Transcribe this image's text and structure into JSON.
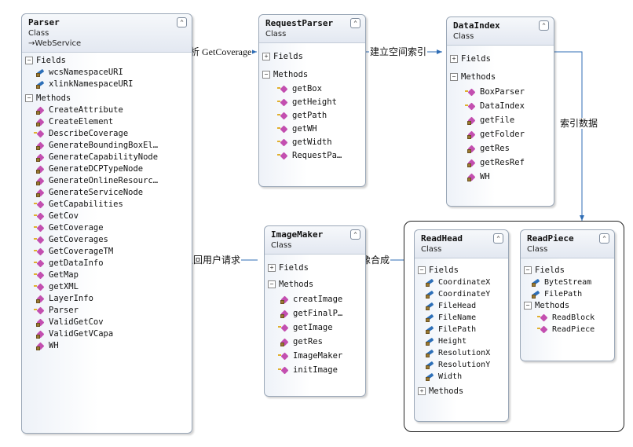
{
  "arrows": {
    "parse_label": "解析 GetCoverage",
    "build_label": "建立空间索引",
    "index_label": "索引数据",
    "compose_label": "影像合成",
    "return_label": "返回用户请求"
  },
  "classes": {
    "parser": {
      "name": "Parser",
      "kind": "Class",
      "base": "WebService",
      "fields_label": "Fields",
      "fields": [
        "wcsNamespaceURI",
        "xlinkNamespaceURI"
      ],
      "methods_label": "Methods",
      "methods": [
        "CreateAttribute",
        "CreateElement",
        "DescribeCoverage",
        "GenerateBoundingBoxEl…",
        "GenerateCapabilityNode",
        "GenerateDCPTypeNode",
        "GenerateOnlineResourc…",
        "GenerateServiceNode",
        "GetCapabilities",
        "GetCov",
        "GetCoverage",
        "GetCoverages",
        "GetCoverageTM",
        "getDataInfo",
        "GetMap",
        "getXML",
        "LayerInfo",
        "Parser",
        "ValidGetCov",
        "ValidGetVCapa",
        "WH"
      ]
    },
    "requestparser": {
      "name": "RequestParser",
      "kind": "Class",
      "fields_label": "Fields",
      "methods_label": "Methods",
      "methods": [
        "getBox",
        "getHeight",
        "getPath",
        "getWH",
        "getWidth",
        "RequestPa…"
      ]
    },
    "dataindex": {
      "name": "DataIndex",
      "kind": "Class",
      "fields_label": "Fields",
      "methods_label": "Methods",
      "methods": [
        "BoxParser",
        "DataIndex",
        "getFile",
        "getFolder",
        "getRes",
        "getResRef",
        "WH"
      ]
    },
    "imagemaker": {
      "name": "ImageMaker",
      "kind": "Class",
      "fields_label": "Fields",
      "methods_label": "Methods",
      "methods": [
        "creatImage",
        "getFinalP…",
        "getImage",
        "getRes",
        "ImageMaker",
        "initImage"
      ]
    },
    "readhead": {
      "name": "ReadHead",
      "kind": "Class",
      "fields_label": "Fields",
      "fields": [
        "CoordinateX",
        "CoordinateY",
        "FileHead",
        "FileName",
        "FilePath",
        "Height",
        "ResolutionX",
        "ResolutionY",
        "Width"
      ],
      "methods_label": "Methods"
    },
    "readpiece": {
      "name": "ReadPiece",
      "kind": "Class",
      "fields_label": "Fields",
      "fields": [
        "ByteStream",
        "FilePath"
      ],
      "methods_label": "Methods",
      "methods": [
        "ReadBlock",
        "ReadPiece"
      ]
    }
  }
}
